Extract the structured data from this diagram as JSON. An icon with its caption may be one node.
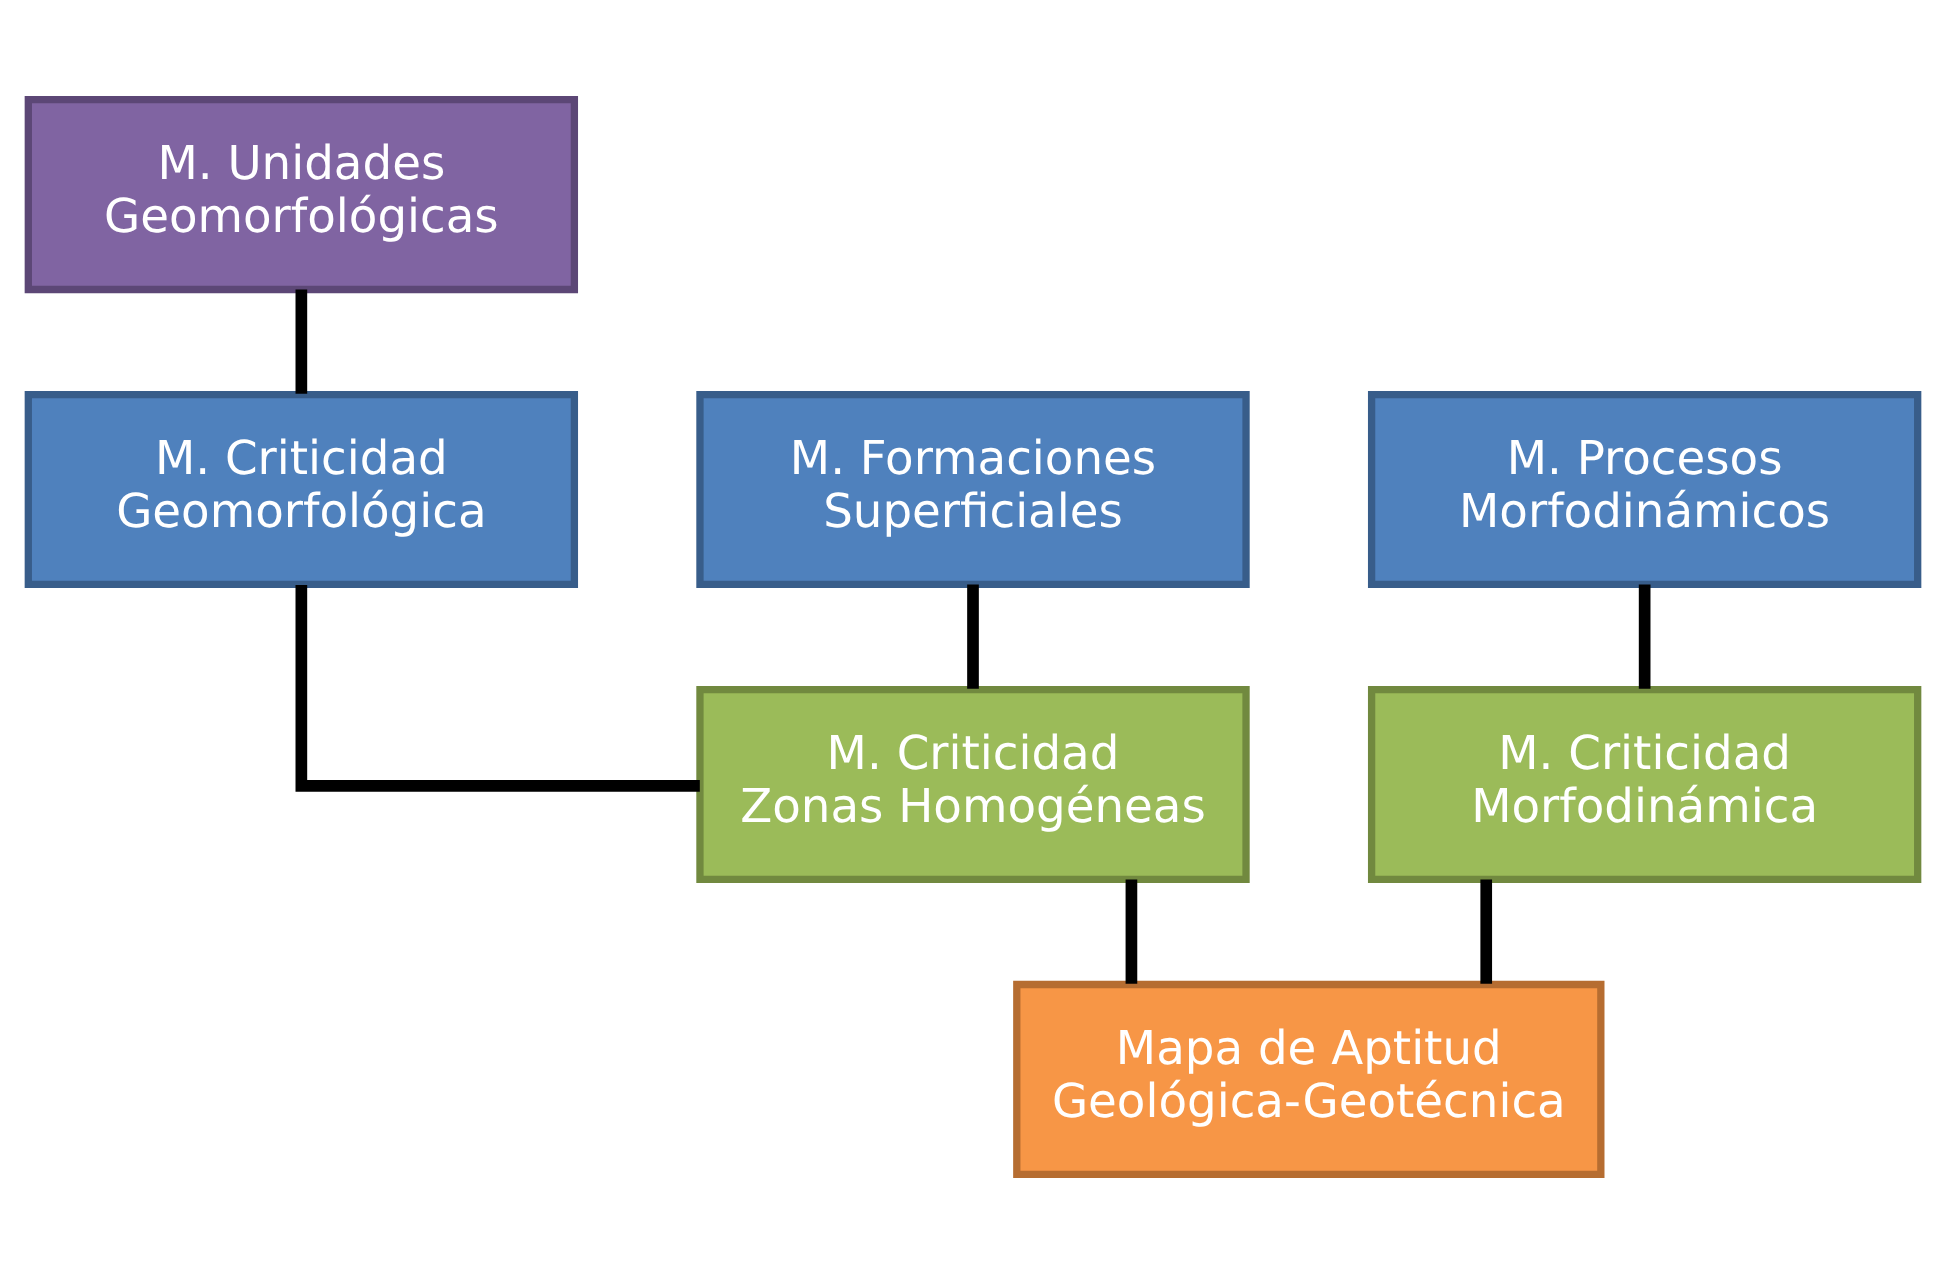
{
  "diagram": {
    "nodes": [
      {
        "text": [
          "M. Unidades Geomorfológicas"
        ]
      },
      {
        "text": [
          "M. Criticidad Geomorfológica"
        ]
      },
      {
        "text": [
          "M. Formaciones Superficiales"
        ]
      },
      {
        "text": [
          "M. Procesos Morfodinámicos"
        ]
      },
      {
        "text": [
          "M. Criticidad Zonas Homogéneas"
        ]
      },
      {
        "text": [
          "M. Criticidad Morfodinámica"
        ]
      },
      {
        "text": [
          "Mapa de Aptitud Geológica-Geotécnica"
        ]
      }
    ],
    "edges": [
      {
        "from": 0,
        "to": 1,
        "arrow": "none"
      },
      {
        "from": 1,
        "to": 4,
        "arrow": "none"
      },
      {
        "from": 2,
        "to": 4,
        "arrow": "none"
      },
      {
        "from": 3,
        "to": 5,
        "arrow": "none"
      },
      {
        "from": 4,
        "to": 6,
        "arrow": "none"
      },
      {
        "from": 5,
        "to": 6,
        "arrow": "none"
      }
    ]
  }
}
